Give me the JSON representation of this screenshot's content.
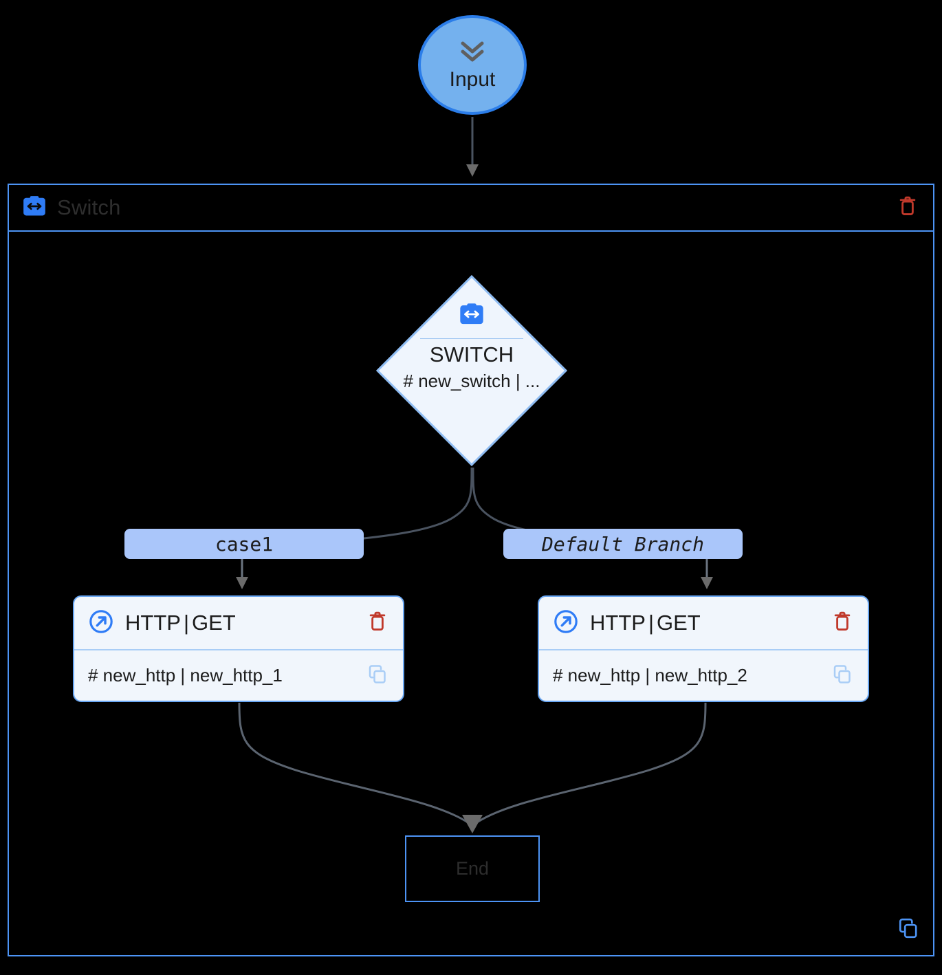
{
  "graph": {
    "input_node": {
      "label": "Input",
      "icon": "chevrons-down-icon",
      "fill": "#74b1ee",
      "stroke": "#2b7de9"
    },
    "switch_container": {
      "title": "Switch",
      "icon": "switch-icon",
      "delete_icon": "trash-icon",
      "copy_icon": "copy-icon",
      "border_color": "#4d94f5"
    },
    "switch_node": {
      "title": "SWITCH",
      "subtitle": "# new_switch | ...",
      "icon": "switch-icon",
      "fill": "#eff5fd",
      "stroke": "#8fbcf2"
    },
    "branches": [
      {
        "label": "case1",
        "style": "normal"
      },
      {
        "label": "Default Branch",
        "style": "italic"
      }
    ],
    "http_nodes": [
      {
        "title_method": "HTTP",
        "title_separator": "|",
        "title_verb": "GET",
        "subtitle": "# new_http | new_http_1",
        "icon": "external-link-circle-icon",
        "delete_icon": "trash-icon",
        "copy_icon": "copy-icon"
      },
      {
        "title_method": "HTTP",
        "title_separator": "|",
        "title_verb": "GET",
        "subtitle": "# new_http | new_http_2",
        "icon": "external-link-circle-icon",
        "delete_icon": "trash-icon",
        "copy_icon": "copy-icon"
      }
    ],
    "end_node": {
      "label": "End",
      "stroke": "#4d94f5"
    },
    "colors": {
      "accent_blue": "#4d94f5",
      "icon_blue": "#2f7cf6",
      "branch_label_bg": "#aac6fa",
      "danger_red": "#c0392b",
      "edge_gray": "#5b6470",
      "background": "#000000"
    }
  }
}
